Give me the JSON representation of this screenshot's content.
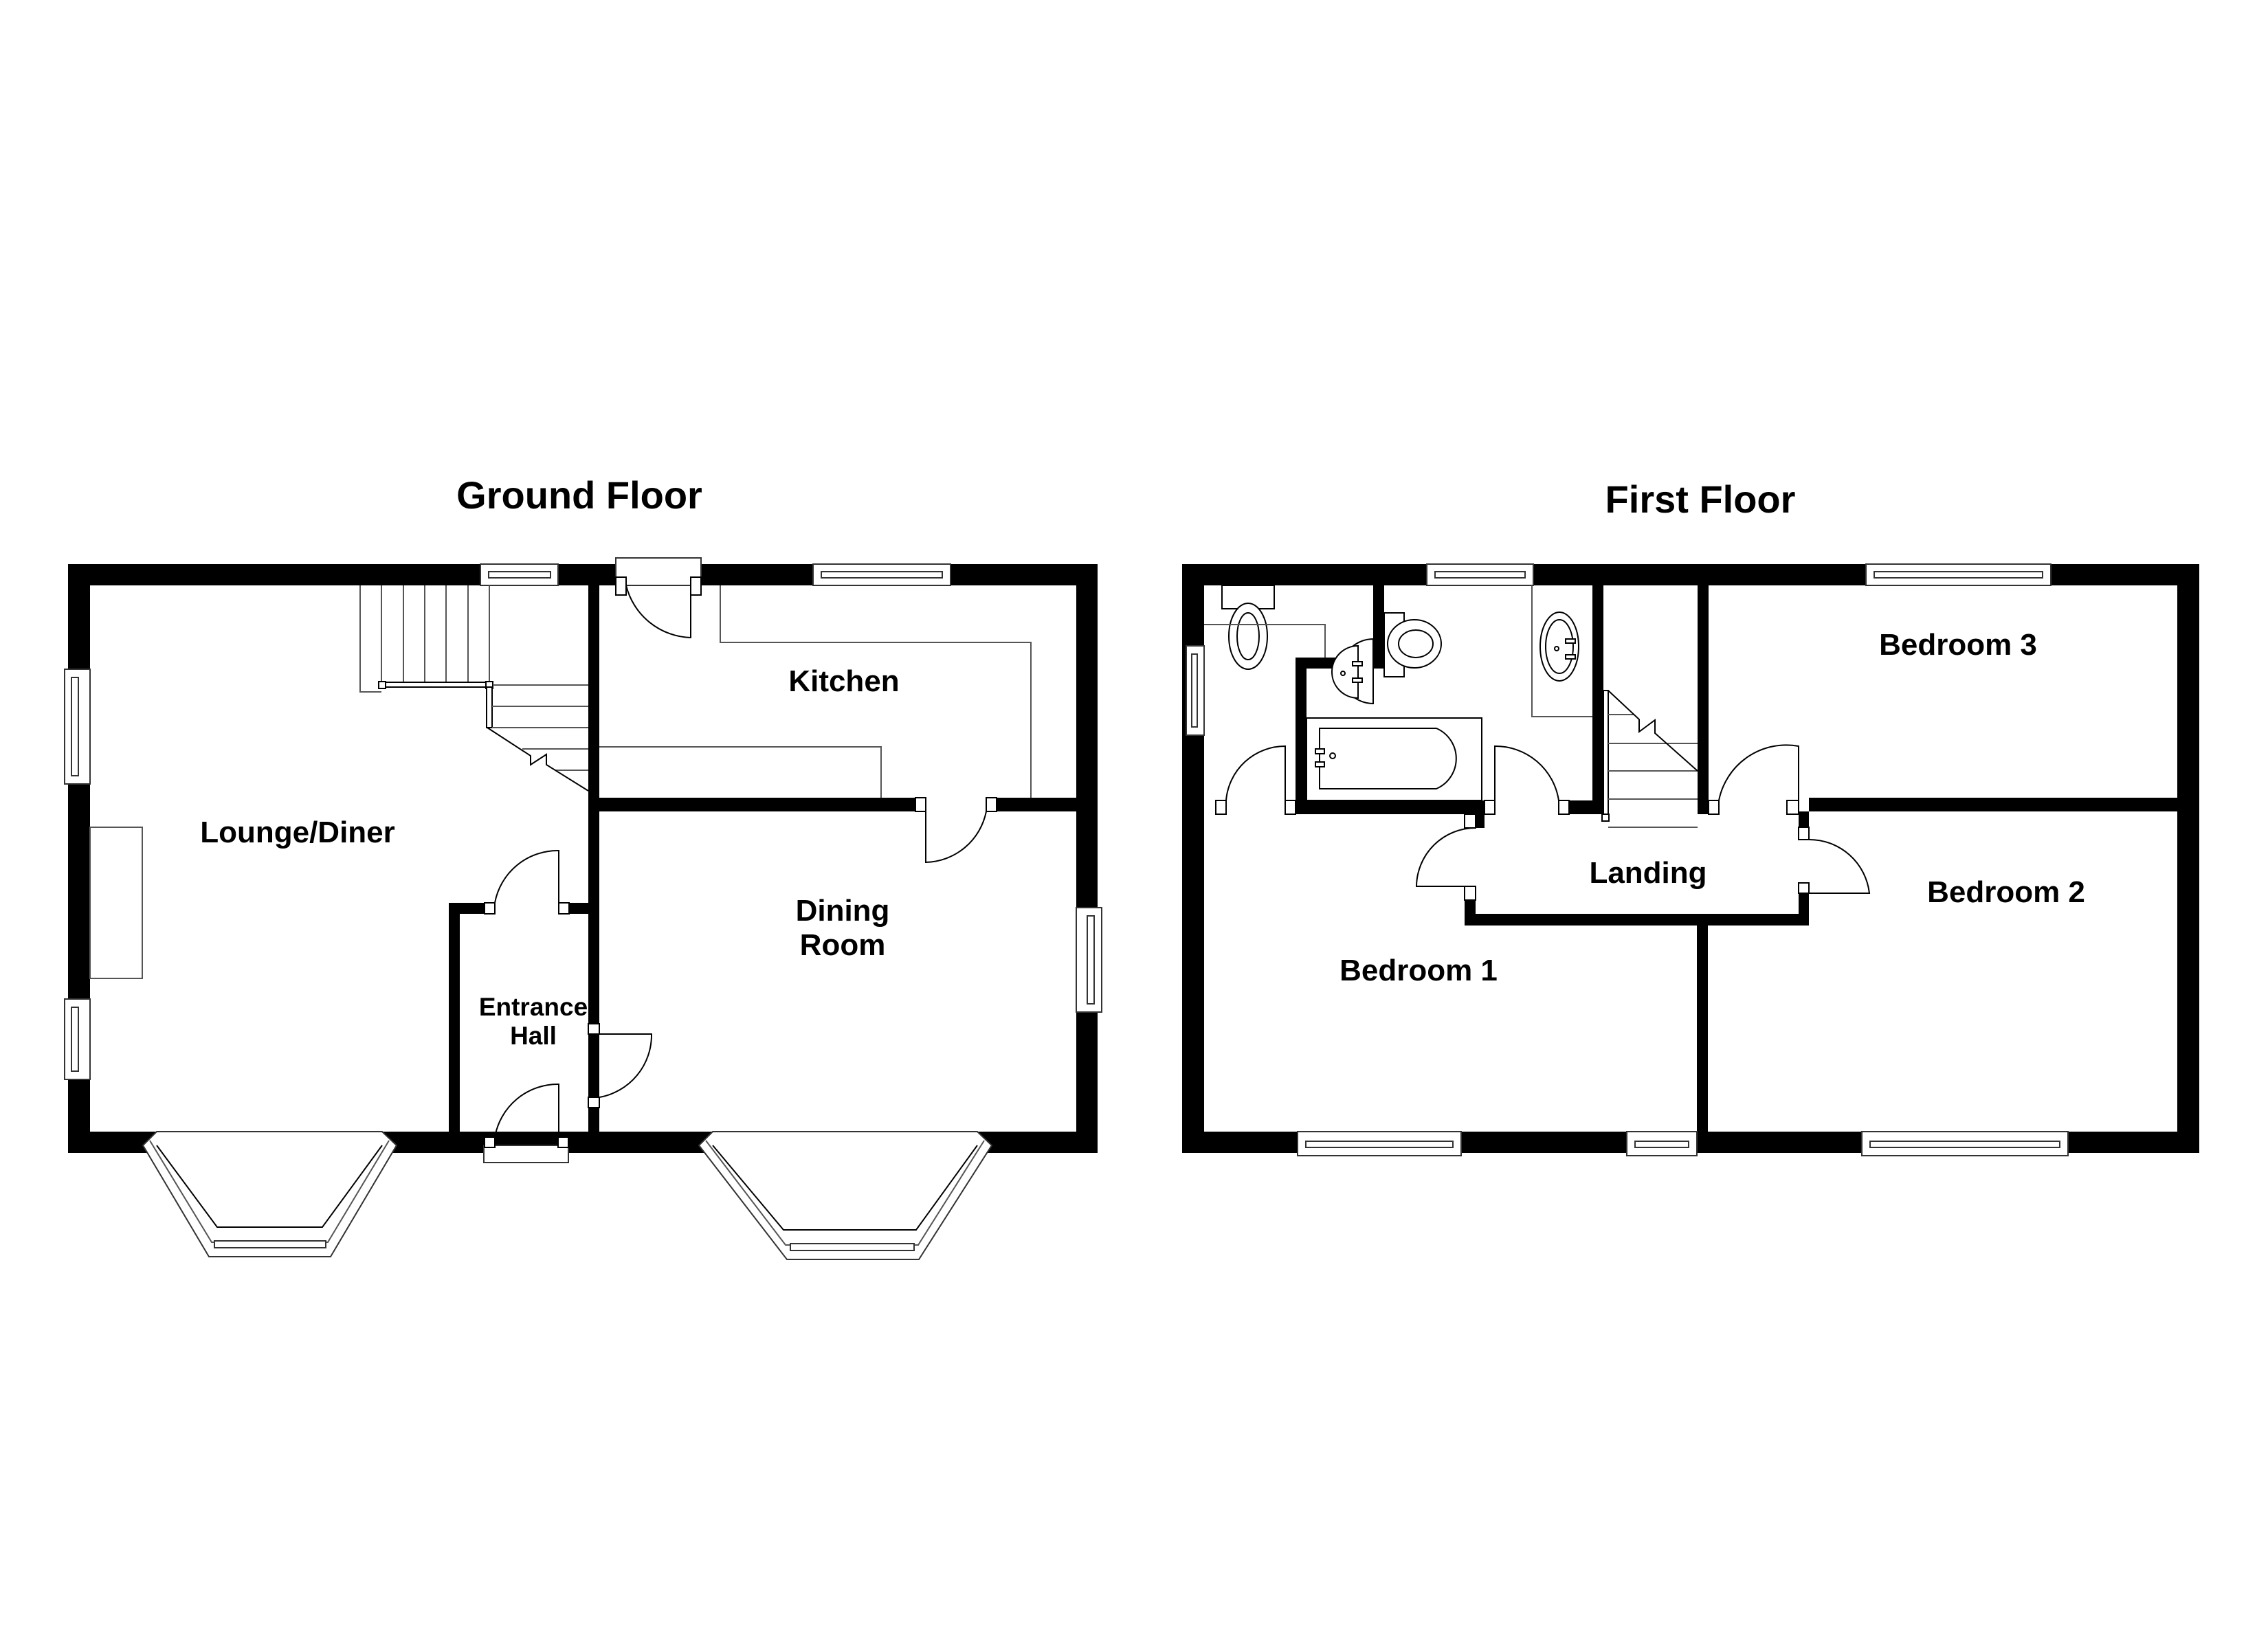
{
  "floors": [
    {
      "title": "Ground Floor",
      "rooms": [
        {
          "label": "Lounge/Diner"
        },
        {
          "label": "Kitchen"
        },
        {
          "label_lines": [
            "Dining",
            "Room"
          ]
        },
        {
          "label_lines": [
            "Entrance",
            "Hall"
          ]
        }
      ]
    },
    {
      "title": "First Floor",
      "rooms": [
        {
          "label": "Bedroom 3"
        },
        {
          "label": "Landing"
        },
        {
          "label": "Bedroom 2"
        },
        {
          "label": "Bedroom 1"
        }
      ]
    }
  ],
  "colors": {
    "wall": "#000000",
    "background": "#ffffff"
  }
}
